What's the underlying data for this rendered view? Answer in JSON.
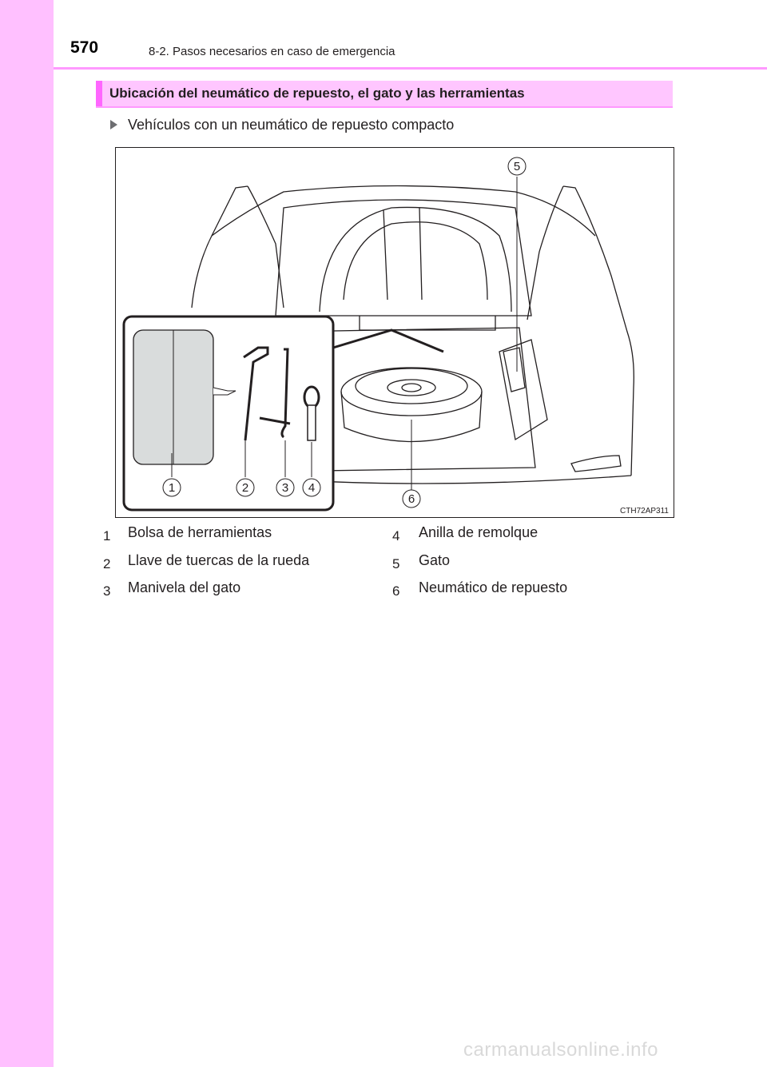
{
  "header": {
    "page_number": "570",
    "chapter": "8-2. Pasos necesarios en caso de emergencia"
  },
  "section": {
    "title": "Ubicación del neumático de repuesto, el gato y las herramientas"
  },
  "bullet": {
    "text": "Vehículos con un neumático de repuesto compacto"
  },
  "figure": {
    "code": "CTH72AP311",
    "callouts": [
      "1",
      "2",
      "3",
      "4",
      "5",
      "6"
    ]
  },
  "legend": [
    {
      "num": "1",
      "label": "Bolsa de herramientas"
    },
    {
      "num": "2",
      "label": "Llave de tuercas de la rueda"
    },
    {
      "num": "3",
      "label": "Manivela del gato"
    },
    {
      "num": "4",
      "label": "Anilla de remolque"
    },
    {
      "num": "5",
      "label": "Gato"
    },
    {
      "num": "6",
      "label": "Neumático de repuesto"
    }
  ],
  "footer": {
    "watermark": "carmanualsonline.info"
  }
}
